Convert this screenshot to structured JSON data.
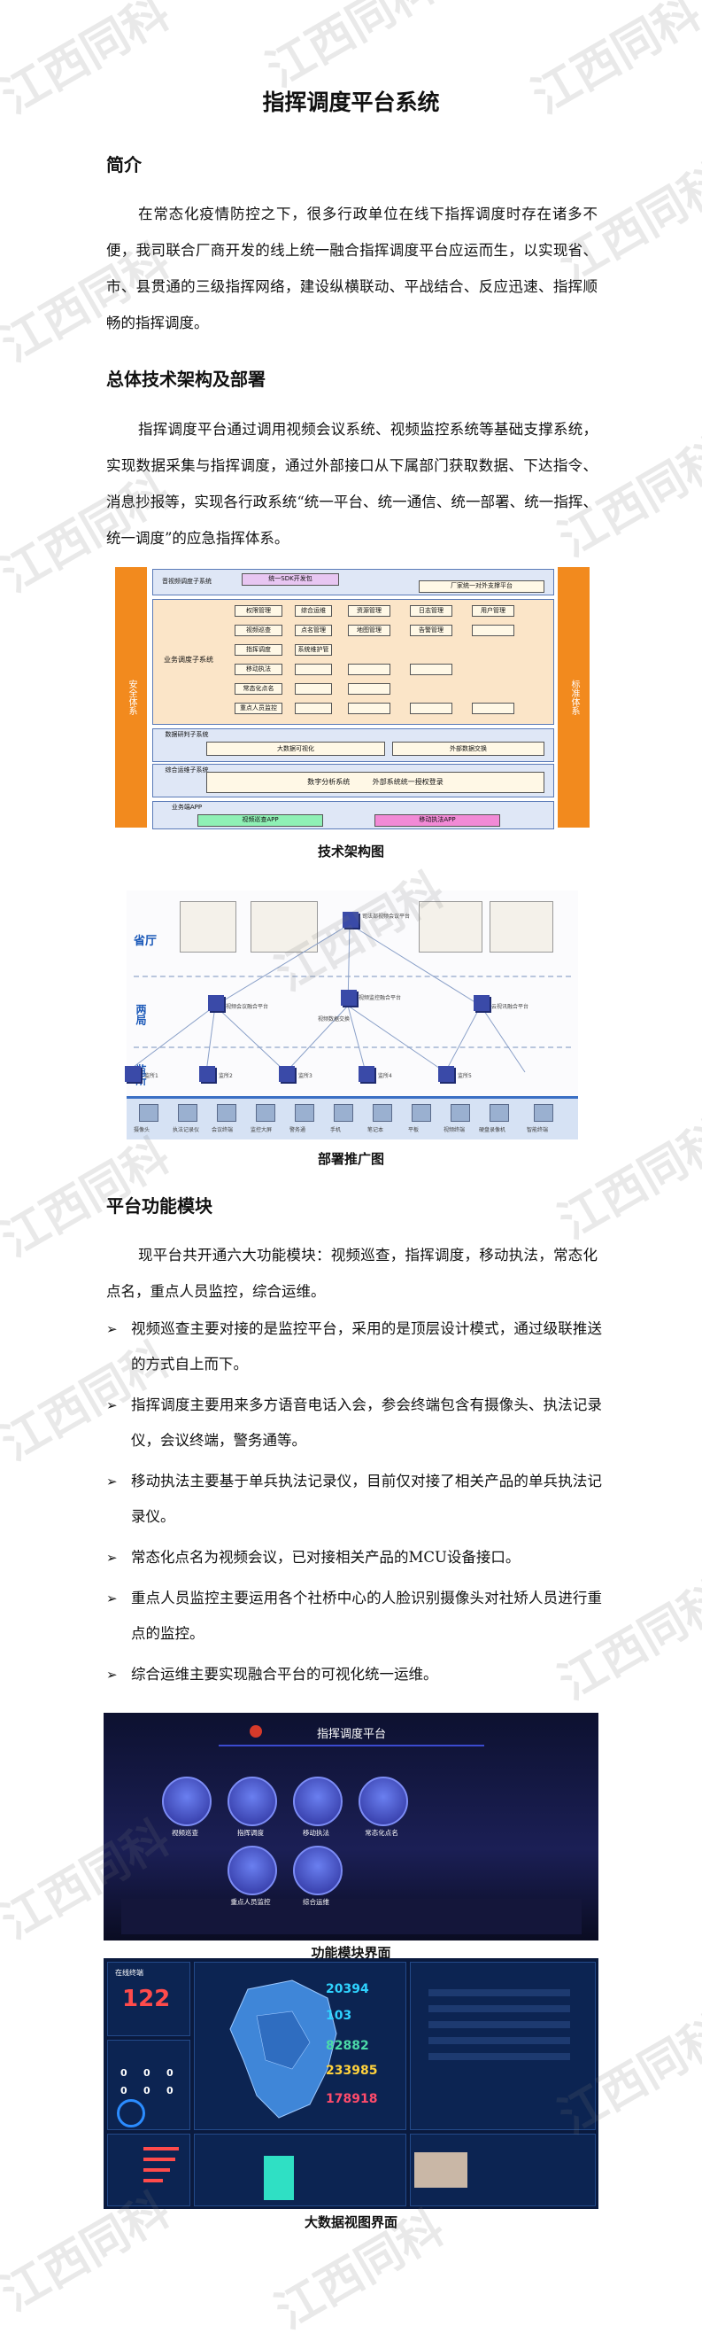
{
  "watermark": "江西同科",
  "title": "指挥调度平台系统",
  "sections": {
    "intro": {
      "heading": "简介",
      "text": "在常态化疫情防控之下，很多行政单位在线下指挥调度时存在诸多不便，我司联合厂商开发的线上统一融合指挥调度平台应运而生，以实现省、市、县贯通的三级指挥网络，建设纵横联动、平战结合、反应迅速、指挥顺畅的指挥调度。"
    },
    "arch": {
      "heading": "总体技术架构及部署",
      "text": "指挥调度平台通过调用视频会议系统、视频监控系统等基础支撑系统，实现数据采集与指挥调度，通过外部接口从下属部门获取数据、下达指令、消息抄报等，实现各行政系统“统一平台、统一通信、统一部署、统一指挥、统一调度”的应急指挥体系。",
      "figure1_caption": "技术架构图",
      "figure2_caption": "部署推广图"
    },
    "func": {
      "heading": "平台功能模块",
      "text": "现平台共开通六大功能模块：视频巡查，指挥调度，移动执法，常态化点名，重点人员监控，综合运维。",
      "bullets": [
        "视频巡查主要对接的是监控平台，采用的是顶层设计模式，通过级联推送的方式自上而下。",
        "指挥调度主要用来多方语音电话入会，参会终端包含有摄像头、执法记录仪，会议终端，警务通等。",
        "移动执法主要基于单兵执法记录仪，目前仅对接了相关产品的单兵执法记录仪。",
        "常态化点名为视频会议，已对接相关产品的MCU设备接口。",
        "重点人员监控主要运用各个社桥中心的人脸识别摄像头对社矫人员进行重点的监控。",
        "综合运维主要实现融合平台的可视化统一运维。"
      ],
      "figure3_caption": "功能模块界面",
      "figure4_caption": "大数据视图界面"
    }
  },
  "arch_diagram": {
    "left_side": "安全体系",
    "right_side": "标准体系",
    "rows": [
      {
        "name": "音视频调度子系统",
        "items": [
          "统一SDK开发包",
          "厂家统一对外支撑平台"
        ]
      },
      {
        "name": "业务调度子系统",
        "items": [
          "权限管理",
          "视频巡查",
          "指挥调度",
          "移动执法",
          "常态化点名",
          "重点人员监控",
          "综合运维",
          "点名管理",
          "系统维护管理",
          "资源管理",
          "地图管理",
          "日志管理",
          "告警管理",
          "用户管理"
        ]
      },
      {
        "name": "数据研判子系统",
        "items": [
          "大数据可视化",
          "外部数据交换"
        ]
      },
      {
        "name": "综合运维子系统",
        "items": [
          "数字分析系统",
          "外部系统统一授权登录"
        ]
      },
      {
        "name": "业务端APP",
        "items": [
          "视频巡查APP",
          "移动执法APP"
        ]
      }
    ]
  },
  "deploy_diagram": {
    "levels": [
      "省厅",
      "两局",
      "监所"
    ],
    "top_label": "司法部视频会议平台",
    "mid_labels": [
      "视频会议融合平台",
      "视频监控融合平台",
      "云视讯融合平台"
    ],
    "exchange_label": "视频数据交换",
    "bottom_labels": [
      "监所1",
      "监所2",
      "监所3",
      "监所4",
      "监所5"
    ],
    "devices": [
      "摄像头",
      "执法记录仪",
      "会议终端",
      "监控大屏",
      "警务通",
      "手机",
      "笔记本",
      "平板",
      "视频终端",
      "硬盘录像机",
      "智能终端"
    ]
  },
  "screen_modules": {
    "header": "指挥调度平台",
    "modules": [
      "视频巡查",
      "指挥调度",
      "移动执法",
      "常态化点名",
      "重点人员监控",
      "综合运维"
    ]
  },
  "screen_bigdata": {
    "online_label": "在线终端",
    "online_value": "122",
    "stats": [
      {
        "value": "20394",
        "color": "#2fd3ff"
      },
      {
        "value": "103",
        "color": "#2fd3ff"
      },
      {
        "value": "82882",
        "color": "#4bd9a8"
      },
      {
        "value": "233985",
        "color": "#ffd23c"
      },
      {
        "value": "178918",
        "color": "#ff4b6b"
      }
    ],
    "small_zero": "0"
  }
}
